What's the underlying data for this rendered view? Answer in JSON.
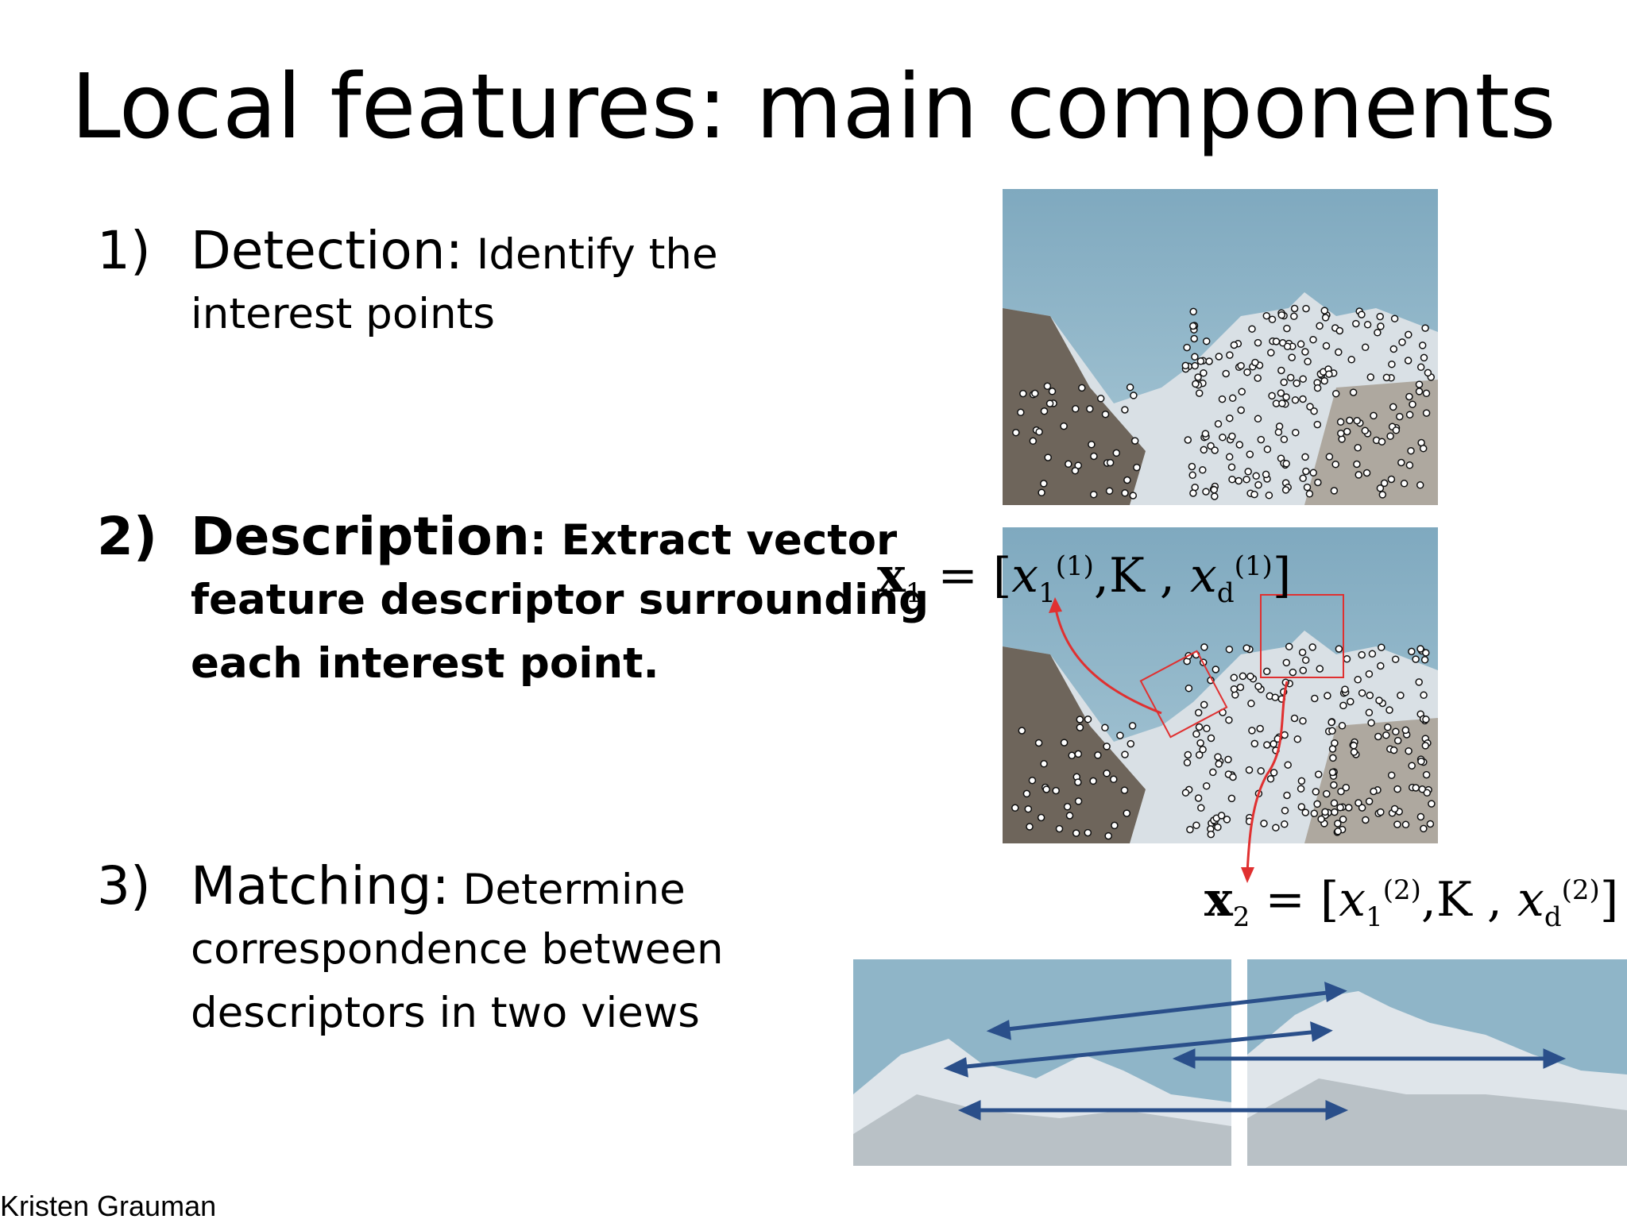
{
  "slide": {
    "title": "Local features: main components",
    "items": [
      {
        "num": "1)",
        "head": "Detection:",
        "desc_first": " Identify the",
        "desc_rest": "interest points"
      },
      {
        "num": "2)",
        "head": "Description",
        "desc_first": ": Extract vector",
        "desc_rest_1": "feature descriptor surrounding",
        "desc_rest_2": "each interest point."
      },
      {
        "num": "3)",
        "head": "Matching:",
        "desc_first": " Determine",
        "desc_rest_1": "correspondence between",
        "desc_rest_2": "descriptors in two views"
      }
    ],
    "formula1": {
      "vec": "x",
      "vec_sub": "1",
      "eq": " = [",
      "a": "x",
      "a_sub": "1",
      "a_sup": "(1)",
      "mid": ",K , ",
      "b": "x",
      "b_sub": "d",
      "b_sup": "(1)",
      "end": "]"
    },
    "formula2": {
      "vec": "x",
      "vec_sub": "2",
      "eq": " = [",
      "a": "x",
      "a_sub": "1",
      "a_sup": "(2)",
      "mid": ",K , ",
      "b": "x",
      "b_sub": "d",
      "b_sup": "(2)",
      "end": "]"
    },
    "credit": "Kristen Grauman",
    "colors": {
      "sky": "#8fb5c8",
      "rock": "#6b6258",
      "snow": "#e6ebef",
      "box": "#e03030",
      "match_arrow": "#2a4f8a"
    }
  }
}
